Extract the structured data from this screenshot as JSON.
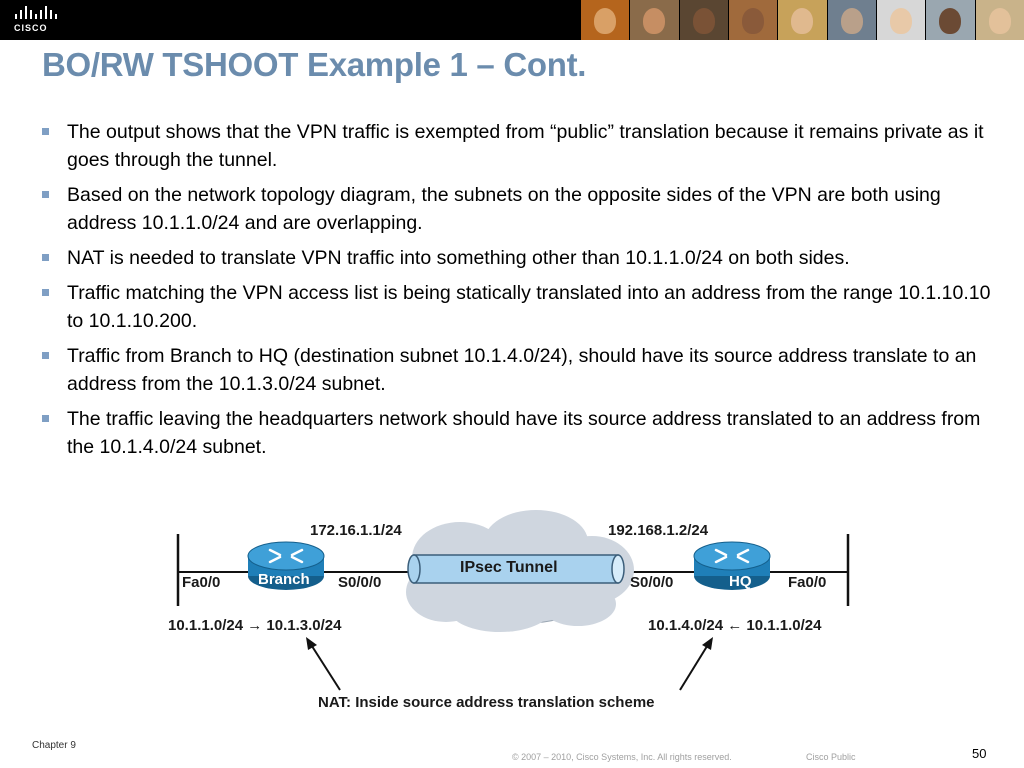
{
  "header": {
    "logo_text": "CISCO",
    "photos": [
      {
        "bg": "#b5651d",
        "face": "#d9a066"
      },
      {
        "bg": "#8a6b4a",
        "face": "#c68e63"
      },
      {
        "bg": "#5a4632",
        "face": "#7a5236"
      },
      {
        "bg": "#a06a3c",
        "face": "#8a5a3a"
      },
      {
        "bg": "#c7a25a",
        "face": "#e0b98e"
      },
      {
        "bg": "#6f7f8f",
        "face": "#b9a08a"
      },
      {
        "bg": "#d7d7d7",
        "face": "#e8c9a8"
      },
      {
        "bg": "#9aa7b0",
        "face": "#6b4a34"
      },
      {
        "bg": "#c9b38a",
        "face": "#e3c19a"
      }
    ]
  },
  "title": "BO/RW TSHOOT Example 1 – Cont.",
  "bullets": [
    "The output shows that the VPN traffic is exempted from “public” translation because it remains private as it goes through the tunnel.",
    "Based on the network topology diagram, the subnets on the opposite sides of the VPN are both using address 10.1.1.0/24 and are overlapping.",
    "NAT is needed to translate VPN traffic into something other than 10.1.1.0/24 on both sides.",
    "Traffic matching the VPN access list is being statically translated into an address from the range 10.1.10.10 to 10.1.10.200.",
    "Traffic from Branch to HQ (destination subnet 10.1.4.0/24), should have its source address translate to an address from the 10.1.3.0/24 subnet.",
    "The traffic leaving the headquarters network should have its source address translated to an address from the 10.1.4.0/24 subnet."
  ],
  "diagram": {
    "branch_router": "Branch",
    "hq_router": "HQ",
    "tunnel": "IPsec Tunnel",
    "branch_public_ip": "172.16.1.1/24",
    "hq_public_ip": "192.168.1.2/24",
    "branch_lan_interface": "Fa0/0",
    "branch_wan_interface": "S0/0/0",
    "hq_wan_interface": "S0/0/0",
    "hq_lan_interface": "Fa0/0",
    "branch_nat": "10.1.1.0/24 → 10.1.3.0/24",
    "hq_nat": "10.1.4.0/24 ← 10.1.1.0/24",
    "nat_caption": "NAT: Inside source address translation scheme",
    "colors": {
      "router": "#1f7fb8",
      "cloud": "#cfd6df",
      "tunnel": "#a9d2ee"
    }
  },
  "footer": {
    "chapter": "Chapter 9",
    "copyright": "© 2007 – 2010, Cisco Systems, Inc. All rights reserved.",
    "classification": "Cisco Public",
    "page_number": "50"
  }
}
